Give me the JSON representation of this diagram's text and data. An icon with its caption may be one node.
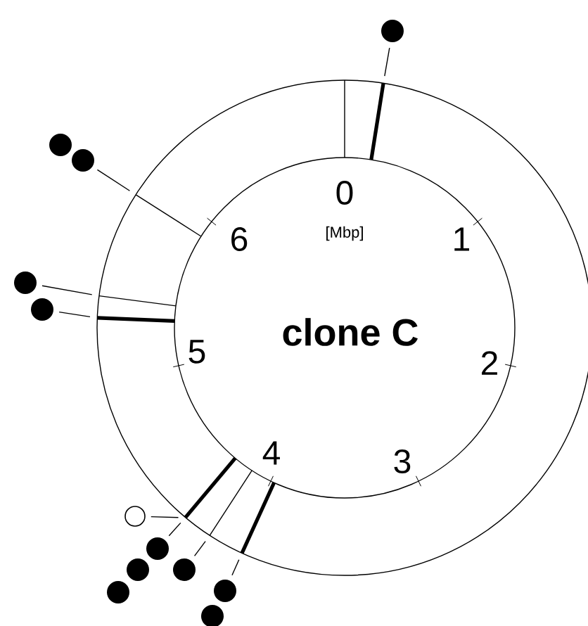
{
  "diagram": {
    "title": "clone C",
    "nodes": [
      {
        "text": [],
        "shape": "line"
      },
      {
        "text": [],
        "shape": "dot"
      },
      {
        "text": [],
        "shape": "bar"
      },
      {
        "text": [],
        "shape": "dot"
      },
      {
        "text": [],
        "shape": "dot"
      },
      {
        "text": [],
        "shape": "line"
      },
      {
        "text": [],
        "shape": "dot"
      },
      {
        "text": [],
        "shape": "dot"
      },
      {
        "text": [],
        "shape": "line"
      },
      {
        "text": [],
        "shape": "bar"
      },
      {
        "text": [],
        "shape": "circle"
      },
      {
        "text": [],
        "shape": "dot"
      },
      {
        "text": [],
        "shape": "dot"
      },
      {
        "text": [],
        "shape": "dot"
      },
      {
        "text": [],
        "shape": "bar"
      },
      {
        "text": [],
        "shape": "dot"
      },
      {
        "text": [],
        "shape": "line"
      },
      {
        "text": [],
        "shape": "dot"
      },
      {
        "text": [],
        "shape": "dot"
      },
      {
        "text": [],
        "shape": "bar"
      }
    ],
    "edges": [
      {
        "from": 1,
        "to": 2,
        "arrow": "none"
      },
      {
        "from": 4,
        "to": 5,
        "arrow": "none"
      },
      {
        "from": 6,
        "to": 8,
        "arrow": "none"
      },
      {
        "from": 7,
        "to": 9,
        "arrow": "none"
      },
      {
        "from": 10,
        "to": 14,
        "arrow": "none"
      },
      {
        "from": 11,
        "to": 14,
        "arrow": "none"
      },
      {
        "from": 15,
        "to": 16,
        "arrow": "none"
      },
      {
        "from": 17,
        "to": 19,
        "arrow": "none"
      }
    ],
    "labels": [
      "0",
      "[Mbp]",
      "1",
      "6",
      "5",
      "2",
      "4",
      "3"
    ]
  }
}
